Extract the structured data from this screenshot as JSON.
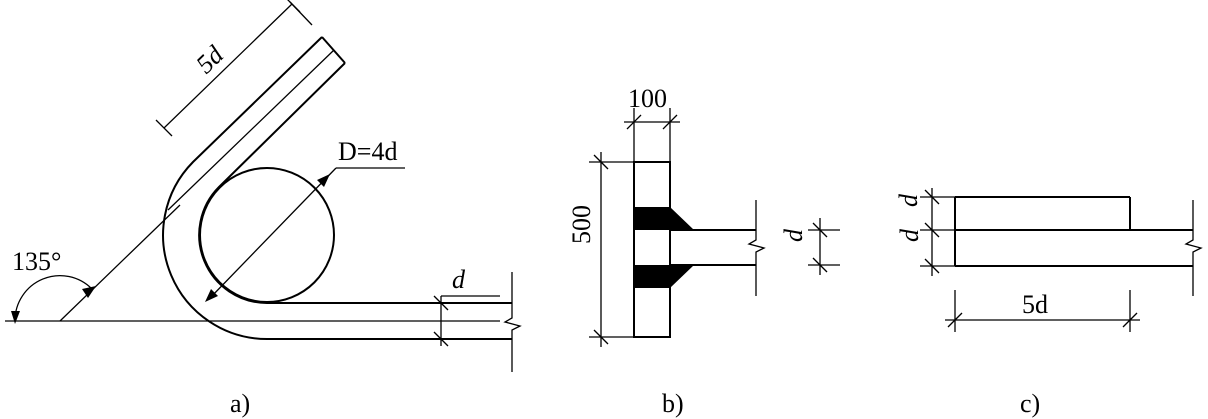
{
  "figure_a": {
    "caption": "a)",
    "angle_label": "135°",
    "length_label": "5d",
    "diameter_label": "D=4d",
    "bar_label": "d"
  },
  "figure_b": {
    "caption": "b)",
    "width_label": "100",
    "height_label": "500",
    "bar_label": "d"
  },
  "figure_c": {
    "caption": "c)",
    "thickness_label_1": "d",
    "thickness_label_2": "d",
    "length_label": "5d"
  }
}
